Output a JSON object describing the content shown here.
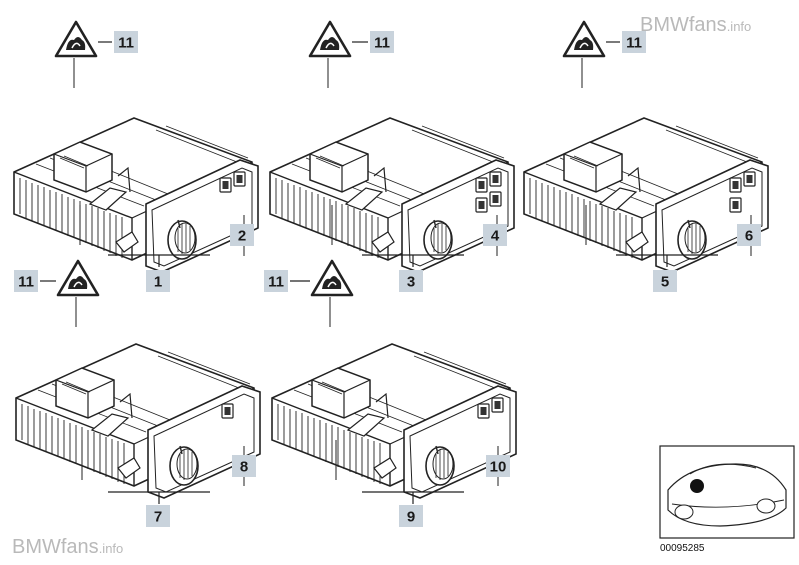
{
  "watermark": {
    "brand": "BMWfans",
    "suffix": ".info"
  },
  "diagram_id": "00095285",
  "warning_symbol": "warning-triangle-icon",
  "modules": [
    {
      "name": "module-1",
      "assembly": "1",
      "part": "2",
      "label": "11",
      "switches": 2
    },
    {
      "name": "module-3",
      "assembly": "3",
      "part": "4",
      "label": "11",
      "switches": 4
    },
    {
      "name": "module-5",
      "assembly": "5",
      "part": "6",
      "label": "11",
      "switches": 3
    },
    {
      "name": "module-7",
      "assembly": "7",
      "part": "8",
      "label": "11",
      "switches": 1
    },
    {
      "name": "module-9",
      "assembly": "9",
      "part": "10",
      "label": "11",
      "switches": 2
    }
  ]
}
